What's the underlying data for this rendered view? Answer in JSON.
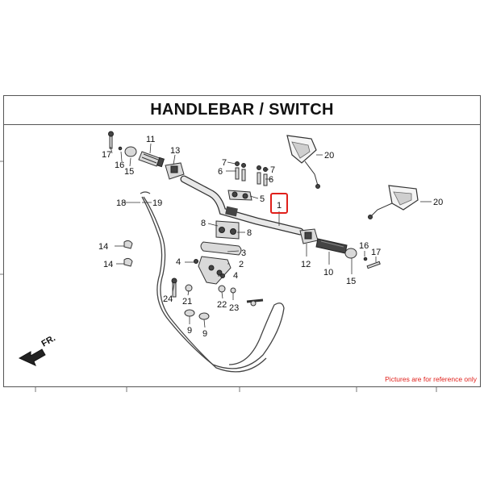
{
  "title": "HANDLEBAR / SWITCH",
  "note": "Pictures are for reference only",
  "highlight_color": "#e0201b",
  "callouts": {
    "c1": "1",
    "c2": "2",
    "c3": "3",
    "c4a": "4",
    "c4b": "4",
    "c5": "5",
    "c6a": "6",
    "c6b": "6",
    "c7a": "7",
    "c7b": "7",
    "c8a": "8",
    "c8b": "8",
    "c9a": "9",
    "c9b": "9",
    "c10": "10",
    "c11": "11",
    "c12": "12",
    "c13": "13",
    "c14a": "14",
    "c14b": "14",
    "c15a": "15",
    "c15b": "15",
    "c16a": "16",
    "c16b": "16",
    "c17a": "17",
    "c17b": "17",
    "c18": "18",
    "c19": "19",
    "c20a": "20",
    "c20b": "20",
    "c21": "21",
    "c22": "22",
    "c23": "23",
    "c24": "24"
  },
  "fr_label": "FR."
}
